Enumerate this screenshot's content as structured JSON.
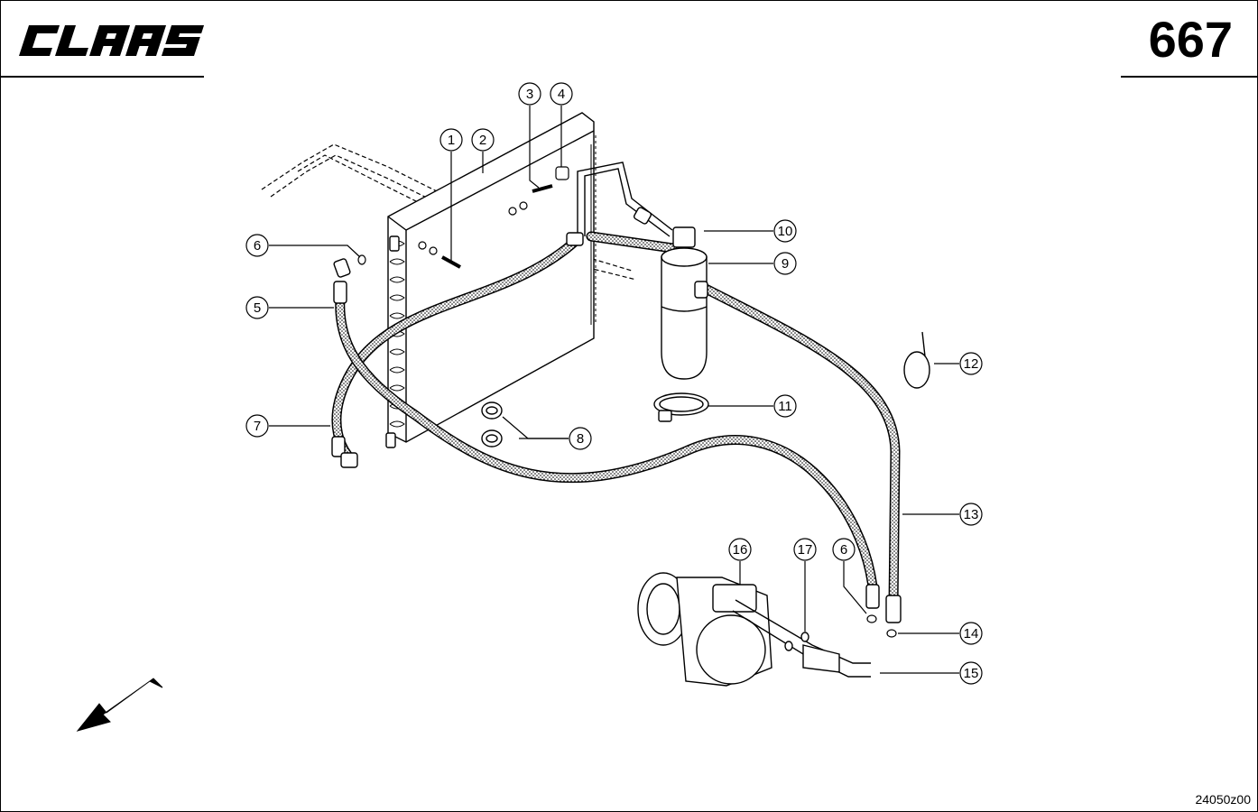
{
  "header": {
    "brand": "CLAAS",
    "page_number": "667"
  },
  "footer": {
    "drawing_code": "24050z00"
  },
  "callouts": [
    {
      "id": "c1",
      "label": "1"
    },
    {
      "id": "c2",
      "label": "2"
    },
    {
      "id": "c3",
      "label": "3"
    },
    {
      "id": "c4",
      "label": "4"
    },
    {
      "id": "c5",
      "label": "5"
    },
    {
      "id": "c6a",
      "label": "6"
    },
    {
      "id": "c6b",
      "label": "6"
    },
    {
      "id": "c7",
      "label": "7"
    },
    {
      "id": "c8",
      "label": "8"
    },
    {
      "id": "c9",
      "label": "9"
    },
    {
      "id": "c10",
      "label": "10"
    },
    {
      "id": "c11",
      "label": "11"
    },
    {
      "id": "c12",
      "label": "12"
    },
    {
      "id": "c13",
      "label": "13"
    },
    {
      "id": "c14",
      "label": "14"
    },
    {
      "id": "c15",
      "label": "15"
    },
    {
      "id": "c16",
      "label": "16"
    },
    {
      "id": "c17",
      "label": "17"
    }
  ],
  "icons": {
    "direction": "direction-arrow-icon"
  },
  "colors": {
    "ink": "#000000",
    "paper": "#ffffff"
  }
}
